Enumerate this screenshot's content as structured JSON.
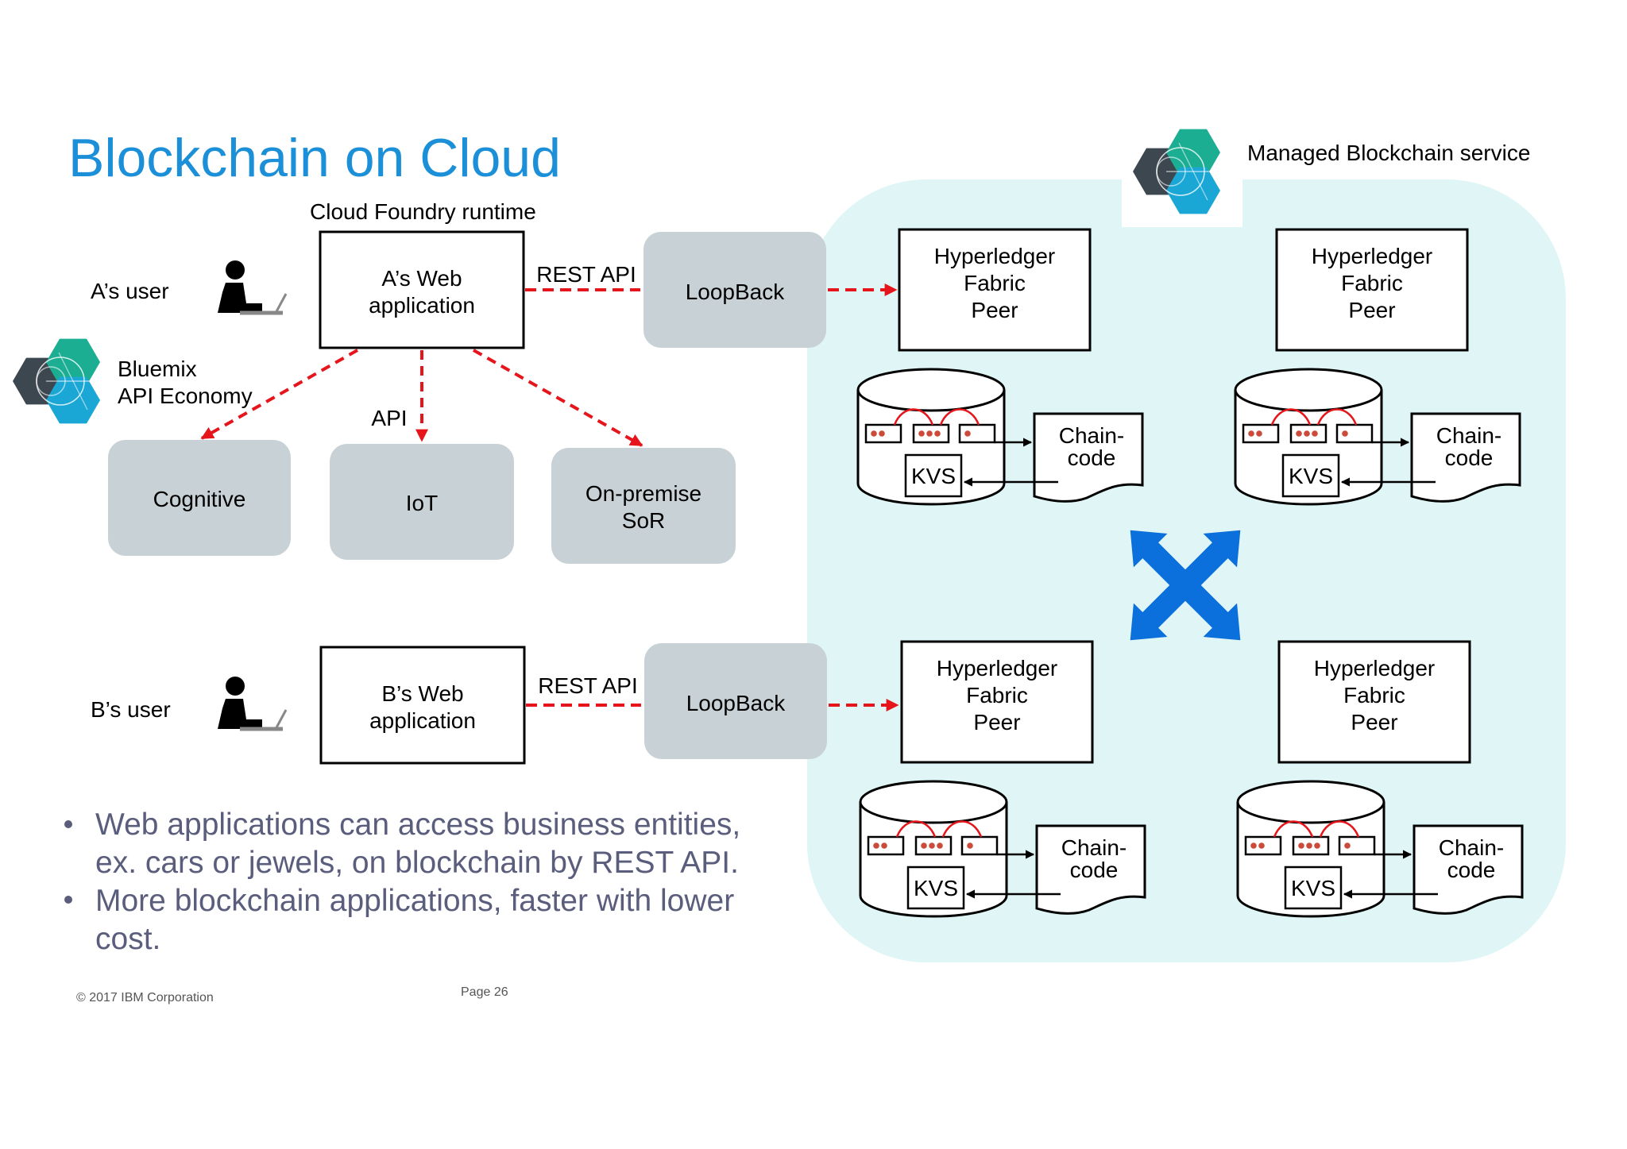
{
  "slide": {
    "title": "Blockchain on Cloud",
    "footer_copyright": "© 2017 IBM Corporation",
    "footer_page": "Page 26"
  },
  "colors": {
    "title_blue": "#1b8fd8",
    "service_bg": "#e0f5f5",
    "gray_box": "#c8d2d6",
    "arrow_red": "#e5151b",
    "crossing_arrows_blue": "#0b6fdc",
    "bullet_text": "#5a5d7c",
    "hex_dark": "#3d4750",
    "hex_green": "#1cae93",
    "hex_cyan": "#1aa7d6"
  },
  "service": {
    "label": "Managed Blockchain service",
    "logo_icon": "bluemix-hexagon-logo-icon",
    "peers": [
      {
        "title_lines": [
          "Hyperledger",
          "Fabric",
          "Peer"
        ],
        "chaincode_lines": [
          "Chain-",
          "code"
        ],
        "kvs": "KVS"
      },
      {
        "title_lines": [
          "Hyperledger",
          "Fabric",
          "Peer"
        ],
        "chaincode_lines": [
          "Chain-",
          "code"
        ],
        "kvs": "KVS"
      },
      {
        "title_lines": [
          "Hyperledger",
          "Fabric",
          "Peer"
        ],
        "chaincode_lines": [
          "Chain-",
          "code"
        ],
        "kvs": "KVS"
      },
      {
        "title_lines": [
          "Hyperledger",
          "Fabric",
          "Peer"
        ],
        "chaincode_lines": [
          "Chain-",
          "code"
        ],
        "kvs": "KVS"
      }
    ],
    "center_icon": "four-way-arrows-icon"
  },
  "runtime_label": "Cloud Foundry runtime",
  "users": [
    {
      "label": "A’s user",
      "icon": "user-at-laptop-icon",
      "app_lines": [
        "A’s Web",
        "application"
      ],
      "rest_label": "REST API",
      "gateway": "LoopBack"
    },
    {
      "label": "B’s user",
      "icon": "user-at-laptop-icon",
      "app_lines": [
        "B’s Web",
        "application"
      ],
      "rest_label": "REST API",
      "gateway": "LoopBack"
    }
  ],
  "api_economy": {
    "logo_icon": "bluemix-hexagon-logo-icon",
    "label_lines": [
      "Bluemix",
      "API Economy"
    ],
    "api_label": "API",
    "services": [
      {
        "lines": [
          "Cognitive"
        ]
      },
      {
        "lines": [
          "IoT"
        ]
      },
      {
        "lines": [
          "On-premise",
          "SoR"
        ]
      }
    ]
  },
  "bullets": [
    {
      "lines": [
        "Web applications can access business entities,",
        "ex. cars or jewels, on blockchain by REST API."
      ]
    },
    {
      "lines": [
        "More blockchain applications, faster with lower",
        "cost."
      ]
    }
  ]
}
